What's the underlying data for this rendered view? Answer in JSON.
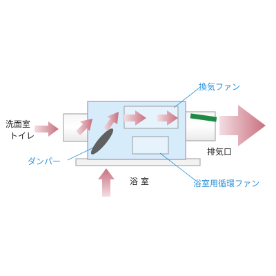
{
  "labels": {
    "washroom_line1": "洗面室",
    "washroom_line2": "トイレ",
    "damper": "ダンパー",
    "bathroom": "浴 室",
    "exhaust_fan": "換気ファン",
    "exhaust_port": "排気口",
    "bath_circulation_fan": "浴室用循環ファン"
  },
  "colors": {
    "airflow_arrow": "#c8707e",
    "unit_fill": "#d7ecfb",
    "unit_border": "#b08ab8",
    "label_blue": "#2a8fd6",
    "outlet_green": "#1e8a44",
    "damper_gray": "#606060"
  }
}
